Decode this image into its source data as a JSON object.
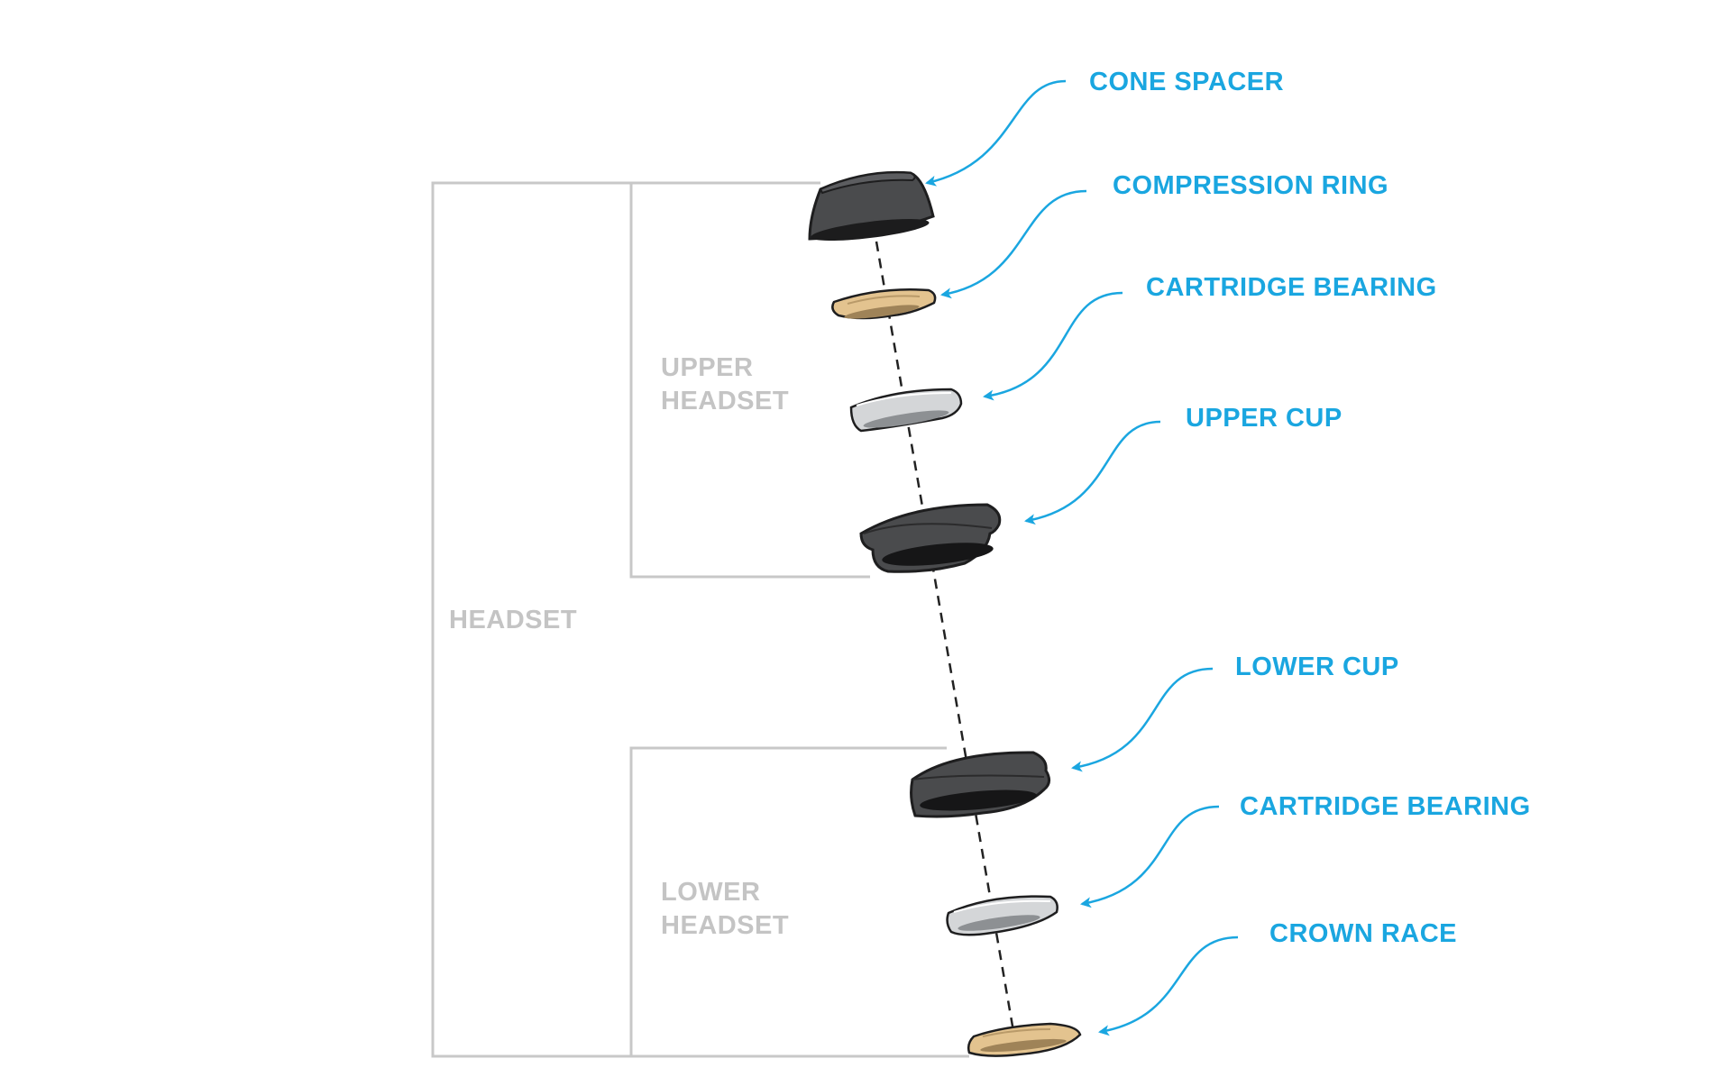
{
  "colors": {
    "label": "#1aa6e0",
    "arrow": "#1aa6e0",
    "bracket": "#c8c8c8",
    "group_label": "#c4c4c4",
    "dark_part": "#4a4b4d",
    "dark_part_edge": "#1e1e1f",
    "silver_part": "#d4d6d8",
    "tan_part": "#e3c38f",
    "axis": "#222222"
  },
  "groups": {
    "headset": "HEADSET",
    "upper_line1": "UPPER",
    "upper_line2": "HEADSET",
    "lower_line1": "LOWER",
    "lower_line2": "HEADSET"
  },
  "parts": [
    {
      "label": "CONE SPACER",
      "material": "dark",
      "shape": "cone"
    },
    {
      "label": "COMPRESSION RING",
      "material": "tan",
      "shape": "ring"
    },
    {
      "label": "CARTRIDGE BEARING",
      "material": "silver",
      "shape": "bearing"
    },
    {
      "label": "UPPER CUP",
      "material": "dark",
      "shape": "cup"
    },
    {
      "label": "LOWER CUP",
      "material": "dark",
      "shape": "cup"
    },
    {
      "label": "CARTRIDGE BEARING",
      "material": "silver",
      "shape": "bearing"
    },
    {
      "label": "CROWN RACE",
      "material": "tan",
      "shape": "ring"
    }
  ]
}
